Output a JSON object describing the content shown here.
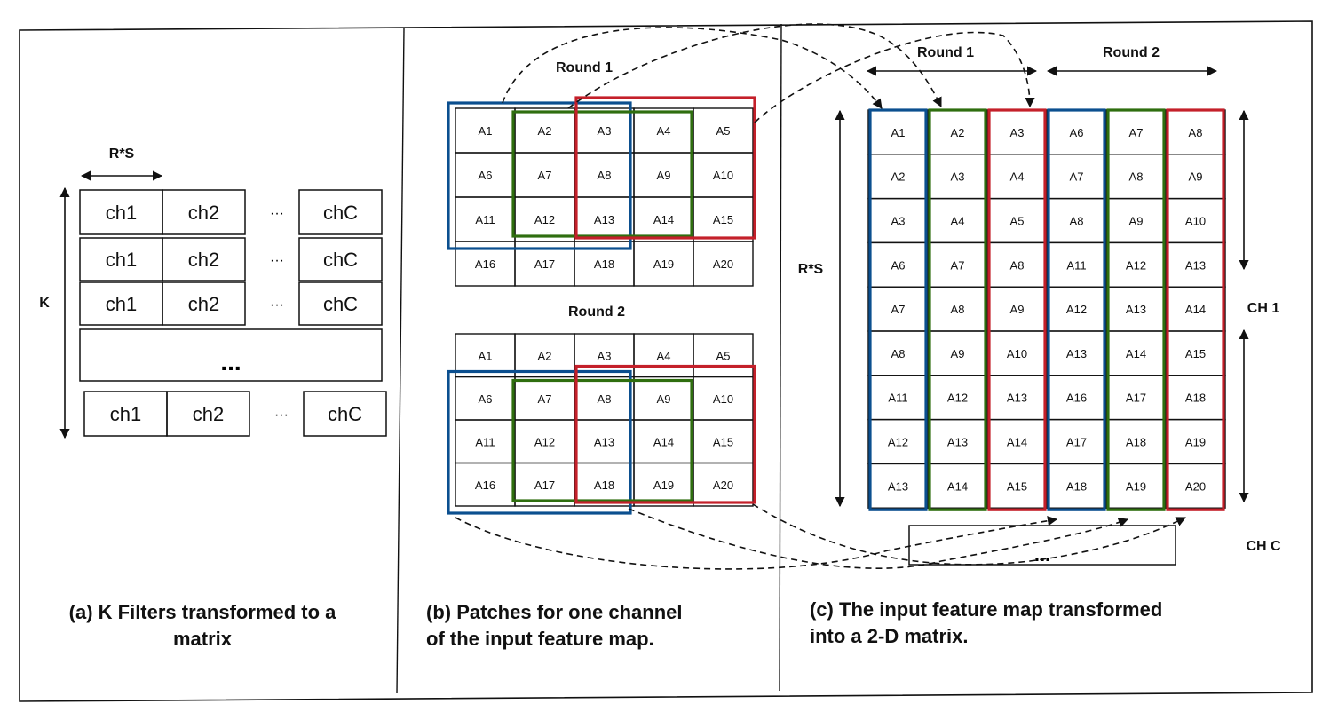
{
  "colors": {
    "blue": "#0b4f8f",
    "green": "#2f6e0f",
    "red": "#c4202a",
    "line": "#111111"
  },
  "panel_a": {
    "width_label": "R*S",
    "height_label": "K",
    "filter_rows": [
      [
        "ch1",
        "ch2",
        "···",
        "chC"
      ],
      [
        "ch1",
        "ch2",
        "···",
        "chC"
      ],
      [
        "ch1",
        "ch2",
        "···",
        "chC"
      ]
    ],
    "ellipsis_row": "...",
    "last_row": [
      "ch1",
      "ch2",
      "···",
      "chC"
    ],
    "caption_line1": "(a) K Filters transformed to a",
    "caption_line2": "matrix"
  },
  "panel_b": {
    "round1_label": "Round 1",
    "round2_label": "Round 2",
    "grid": [
      [
        "A1",
        "A2",
        "A3",
        "A4",
        "A5"
      ],
      [
        "A6",
        "A7",
        "A8",
        "A9",
        "A10"
      ],
      [
        "A11",
        "A12",
        "A13",
        "A14",
        "A15"
      ],
      [
        "A16",
        "A17",
        "A18",
        "A19",
        "A20"
      ]
    ],
    "round1_patches": [
      {
        "color": "blue",
        "rows": [
          0,
          2
        ],
        "cols": [
          0,
          2
        ]
      },
      {
        "color": "green",
        "rows": [
          0,
          2
        ],
        "cols": [
          1,
          3
        ]
      },
      {
        "color": "red",
        "rows": [
          0,
          2
        ],
        "cols": [
          2,
          4
        ]
      }
    ],
    "round2_patches": [
      {
        "color": "blue",
        "rows": [
          1,
          3
        ],
        "cols": [
          0,
          2
        ]
      },
      {
        "color": "green",
        "rows": [
          1,
          3
        ],
        "cols": [
          1,
          3
        ]
      },
      {
        "color": "red",
        "rows": [
          1,
          3
        ],
        "cols": [
          2,
          4
        ]
      }
    ],
    "caption_line1": "(b) Patches for one channel",
    "caption_line2": "of the input feature map."
  },
  "panel_c": {
    "round1_label": "Round 1",
    "round2_label": "Round 2",
    "rs_label": "R*S",
    "ch1_label": "CH 1",
    "chc_label": "CH C",
    "ellipsis": "...",
    "column_colors": [
      "blue",
      "green",
      "red",
      "blue",
      "green",
      "red"
    ],
    "matrix": [
      [
        "A1",
        "A2",
        "A3",
        "A6",
        "A7",
        "A8"
      ],
      [
        "A2",
        "A3",
        "A4",
        "A7",
        "A8",
        "A9"
      ],
      [
        "A3",
        "A4",
        "A5",
        "A8",
        "A9",
        "A10"
      ],
      [
        "A6",
        "A7",
        "A8",
        "A11",
        "A12",
        "A13"
      ],
      [
        "A7",
        "A8",
        "A9",
        "A12",
        "A13",
        "A14"
      ],
      [
        "A8",
        "A9",
        "A10",
        "A13",
        "A14",
        "A15"
      ],
      [
        "A11",
        "A12",
        "A13",
        "A16",
        "A17",
        "A18"
      ],
      [
        "A12",
        "A13",
        "A14",
        "A17",
        "A18",
        "A19"
      ],
      [
        "A13",
        "A14",
        "A15",
        "A18",
        "A19",
        "A20"
      ]
    ],
    "caption_line1": "(c) The input feature map transformed",
    "caption_line2": "into a 2-D matrix."
  }
}
